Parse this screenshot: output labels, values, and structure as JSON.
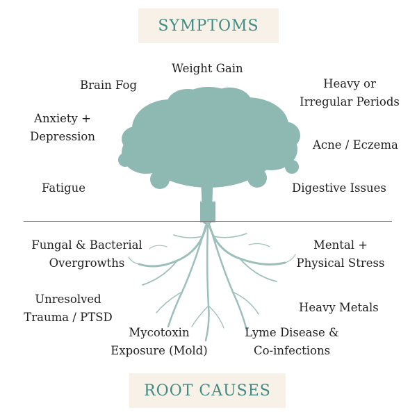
{
  "colors": {
    "accent": "#3f8a83",
    "tree": "#8eb8b2",
    "roots": "#9dbfba",
    "banner_bg": "#f7f1e8",
    "text": "#1f1f1f",
    "divider": "#7a7a7a"
  },
  "headings": {
    "symptoms": "SYMPTOMS",
    "root_causes": "ROOT CAUSES"
  },
  "symptoms": {
    "weight_gain": "Weight Gain",
    "brain_fog": "Brain Fog",
    "heavy_periods": [
      "Heavy or",
      "Irregular Periods"
    ],
    "anxiety_depression": [
      "Anxiety +",
      "Depression"
    ],
    "acne_eczema": "Acne / Eczema",
    "fatigue": "Fatigue",
    "digestive_issues": "Digestive Issues"
  },
  "root_causes": {
    "fungal_bacterial": [
      "Fungal & Bacterial",
      "Overgrowths"
    ],
    "mental_physical_stress": [
      "Mental +",
      "Physical Stress"
    ],
    "unresolved_trauma": [
      "Unresolved",
      "Trauma / PTSD"
    ],
    "heavy_metals": "Heavy Metals",
    "mycotoxin": [
      "Mycotoxin",
      "Exposure (Mold)"
    ],
    "lyme": [
      "Lyme Disease &",
      "Co-infections"
    ]
  },
  "icons": {
    "tree": "tree-illustration",
    "roots": "roots-illustration"
  }
}
